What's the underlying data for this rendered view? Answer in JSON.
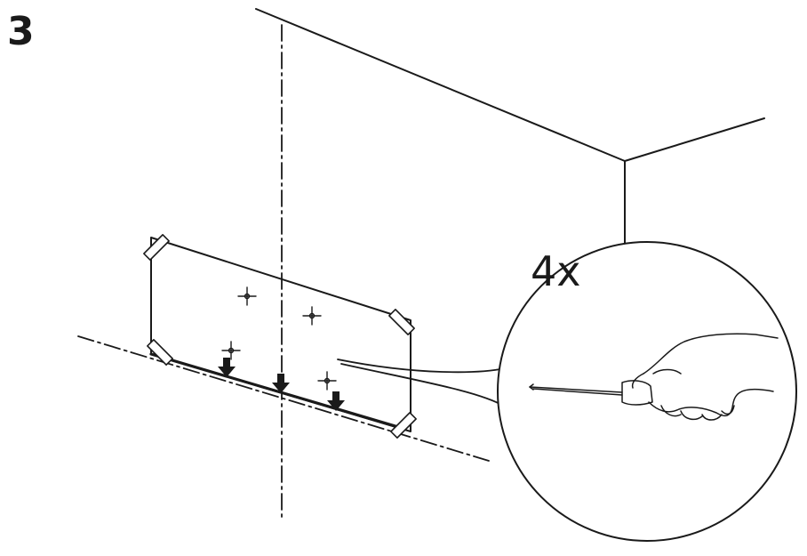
{
  "step": {
    "number": "3"
  },
  "callout": {
    "quantity": "4x"
  },
  "icons": {
    "wall_corner": "wall-corner-lines",
    "vertical_guide": "dash-dot-vertical-line",
    "horizontal_guide": "dash-dot-level-line",
    "template": "drilling-template-sheet",
    "tape": "tape-strip-icon",
    "marks": "crosshair-mark-icon",
    "arrows": "down-arrow-icon",
    "detail": "magnified-hand-awl-detail"
  },
  "colors": {
    "ink": "#1a1a1a",
    "background": "#ffffff"
  }
}
